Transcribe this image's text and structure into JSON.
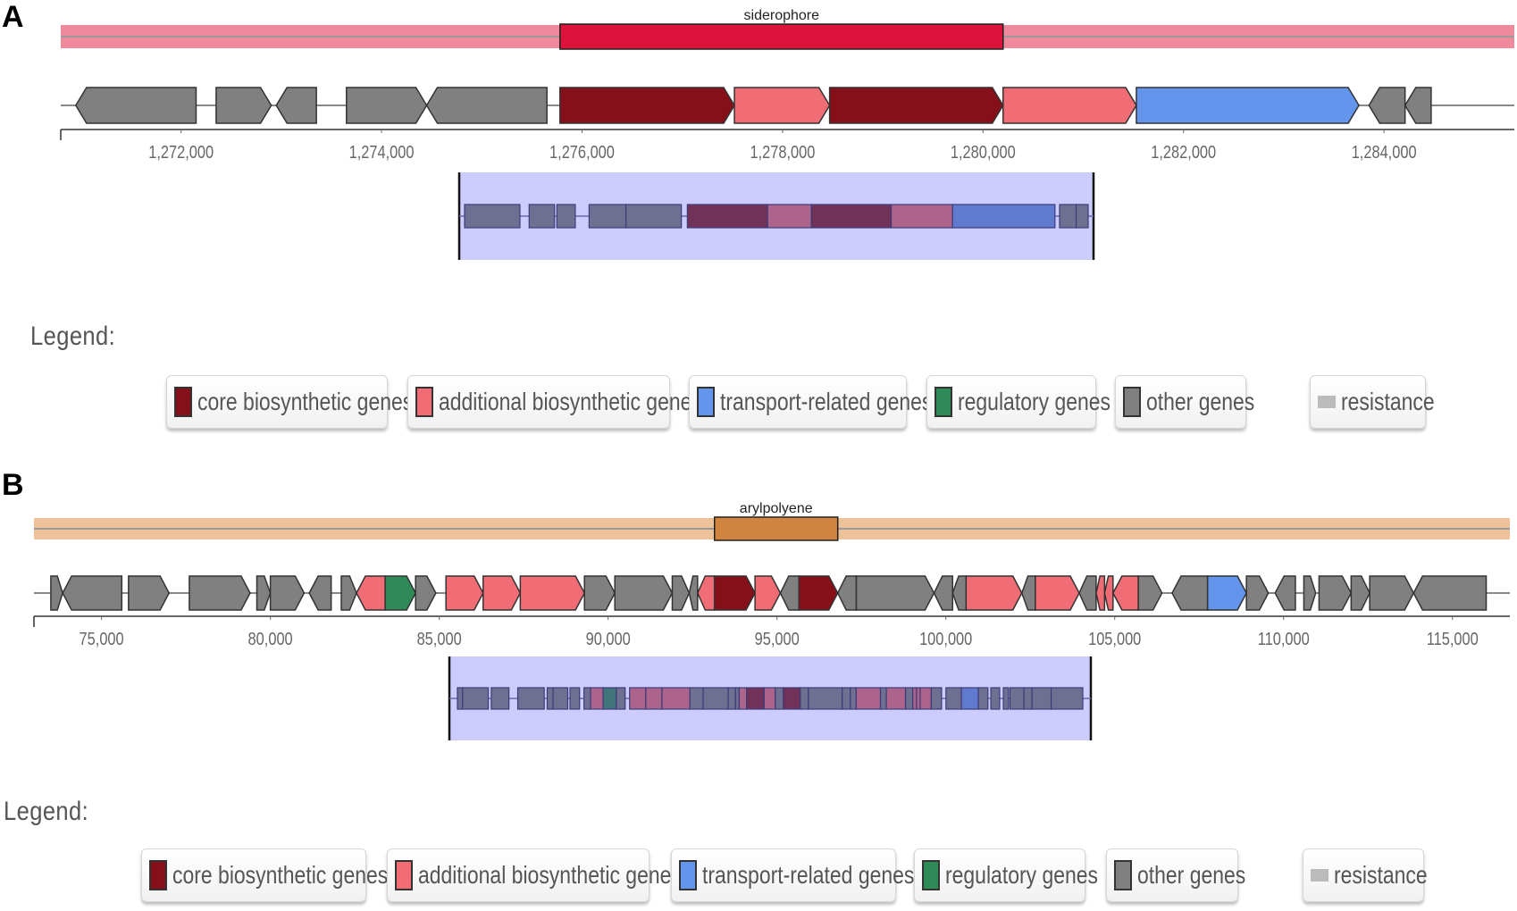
{
  "panels": {
    "a": {
      "letter": "A",
      "region_label": "siderophore",
      "ticks": [
        "1,272,000",
        "1,274,000",
        "1,276,000",
        "1,278,000",
        "1,280,000",
        "1,282,000",
        "1,284,000"
      ],
      "legend_title": "Legend:"
    },
    "b": {
      "letter": "B",
      "region_label": "arylpolyene",
      "ticks": [
        "75,000",
        "80,000",
        "85,000",
        "90,000",
        "95,000",
        "100,000",
        "105,000",
        "110,000",
        "115,000"
      ],
      "legend_title": "Legend:"
    }
  },
  "legend": {
    "core": "core biosynthetic genes",
    "additional": "additional biosynthetic genes",
    "transport": "transport-related genes",
    "regulatory": "regulatory genes",
    "other": "other genes",
    "resistance": "resistance"
  },
  "colors": {
    "core": "#851019",
    "additional": "#f06d75",
    "transport": "#6495ed",
    "regulatory": "#2e8b57",
    "other": "#808080",
    "resistance": "#bbbbbb",
    "siderophore_band": "#ee8a9c",
    "siderophore_box": "#dc143c",
    "arylpolyene_band": "#eec39a",
    "arylpolyene_box": "#d1843f",
    "overview_bg": "#ccccff"
  },
  "chart_data": [
    {
      "type": "gene-cluster-map",
      "region_type": "siderophore",
      "coordinate_range": [
        1270800,
        1285300
      ],
      "region": [
        1275780,
        1280200
      ],
      "genes": [
        {
          "start": 1270950,
          "end": 1272150,
          "strand": "-",
          "role": "other"
        },
        {
          "start": 1272350,
          "end": 1272900,
          "strand": "+",
          "role": "other"
        },
        {
          "start": 1272950,
          "end": 1273350,
          "strand": "-",
          "role": "other"
        },
        {
          "start": 1273650,
          "end": 1274450,
          "strand": "+",
          "role": "other"
        },
        {
          "start": 1274450,
          "end": 1275650,
          "strand": "-",
          "role": "other"
        },
        {
          "start": 1275780,
          "end": 1277520,
          "strand": "+",
          "role": "core"
        },
        {
          "start": 1277520,
          "end": 1278470,
          "strand": "+",
          "role": "additional"
        },
        {
          "start": 1278470,
          "end": 1280200,
          "strand": "+",
          "role": "core"
        },
        {
          "start": 1280200,
          "end": 1281530,
          "strand": "+",
          "role": "additional"
        },
        {
          "start": 1281530,
          "end": 1283750,
          "strand": "+",
          "role": "transport"
        },
        {
          "start": 1283850,
          "end": 1284210,
          "strand": "-",
          "role": "other"
        },
        {
          "start": 1284210,
          "end": 1284470,
          "strand": "-",
          "role": "other"
        }
      ]
    },
    {
      "type": "gene-cluster-map",
      "region_type": "arylpolyene",
      "coordinate_range": [
        73000,
        116700
      ],
      "region": [
        93150,
        96800
      ],
      "genes": [
        {
          "start": 73500,
          "end": 73850,
          "strand": "+",
          "role": "other"
        },
        {
          "start": 73850,
          "end": 75600,
          "strand": "-",
          "role": "other"
        },
        {
          "start": 75800,
          "end": 77000,
          "strand": "+",
          "role": "other"
        },
        {
          "start": 77600,
          "end": 79400,
          "strand": "+",
          "role": "other"
        },
        {
          "start": 79600,
          "end": 80000,
          "strand": "+",
          "role": "other"
        },
        {
          "start": 80000,
          "end": 81000,
          "strand": "+",
          "role": "other"
        },
        {
          "start": 81150,
          "end": 81800,
          "strand": "-",
          "role": "other"
        },
        {
          "start": 82100,
          "end": 82550,
          "strand": "+",
          "role": "other"
        },
        {
          "start": 82550,
          "end": 83400,
          "strand": "-",
          "role": "additional"
        },
        {
          "start": 83400,
          "end": 84300,
          "strand": "+",
          "role": "regulatory"
        },
        {
          "start": 84300,
          "end": 84900,
          "strand": "+",
          "role": "other"
        },
        {
          "start": 85200,
          "end": 86300,
          "strand": "+",
          "role": "additional"
        },
        {
          "start": 86300,
          "end": 87400,
          "strand": "+",
          "role": "additional"
        },
        {
          "start": 87400,
          "end": 89300,
          "strand": "+",
          "role": "additional"
        },
        {
          "start": 89300,
          "end": 90200,
          "strand": "+",
          "role": "other"
        },
        {
          "start": 90200,
          "end": 91900,
          "strand": "+",
          "role": "other"
        },
        {
          "start": 91900,
          "end": 92400,
          "strand": "+",
          "role": "other"
        },
        {
          "start": 92400,
          "end": 92650,
          "strand": "-",
          "role": "other"
        },
        {
          "start": 92650,
          "end": 93150,
          "strand": "-",
          "role": "additional"
        },
        {
          "start": 93150,
          "end": 94350,
          "strand": "+",
          "role": "core"
        },
        {
          "start": 94350,
          "end": 95100,
          "strand": "+",
          "role": "additional"
        },
        {
          "start": 95100,
          "end": 95650,
          "strand": "-",
          "role": "other"
        },
        {
          "start": 95650,
          "end": 96800,
          "strand": "+",
          "role": "core"
        },
        {
          "start": 96800,
          "end": 97350,
          "strand": "-",
          "role": "other"
        },
        {
          "start": 97350,
          "end": 99650,
          "strand": "+",
          "role": "other"
        },
        {
          "start": 99650,
          "end": 100200,
          "strand": "-",
          "role": "other"
        },
        {
          "start": 100200,
          "end": 100600,
          "strand": "-",
          "role": "other"
        },
        {
          "start": 100600,
          "end": 102250,
          "strand": "+",
          "role": "additional"
        },
        {
          "start": 102250,
          "end": 102650,
          "strand": "-",
          "role": "other"
        },
        {
          "start": 102650,
          "end": 103950,
          "strand": "+",
          "role": "additional"
        },
        {
          "start": 103950,
          "end": 104450,
          "strand": "-",
          "role": "other"
        },
        {
          "start": 104450,
          "end": 104700,
          "strand": "-",
          "role": "additional"
        },
        {
          "start": 104700,
          "end": 104950,
          "strand": "-",
          "role": "additional"
        },
        {
          "start": 104950,
          "end": 105700,
          "strand": "-",
          "role": "additional"
        },
        {
          "start": 105700,
          "end": 106400,
          "strand": "+",
          "role": "other"
        },
        {
          "start": 106700,
          "end": 107750,
          "strand": "-",
          "role": "other"
        },
        {
          "start": 107750,
          "end": 108900,
          "strand": "+",
          "role": "transport"
        },
        {
          "start": 108900,
          "end": 109550,
          "strand": "+",
          "role": "other"
        },
        {
          "start": 109750,
          "end": 110350,
          "strand": "-",
          "role": "other"
        },
        {
          "start": 110600,
          "end": 110950,
          "strand": "+",
          "role": "other"
        },
        {
          "start": 111050,
          "end": 112000,
          "strand": "+",
          "role": "other"
        },
        {
          "start": 112000,
          "end": 112550,
          "strand": "+",
          "role": "other"
        },
        {
          "start": 112550,
          "end": 113850,
          "strand": "+",
          "role": "other"
        },
        {
          "start": 113850,
          "end": 116000,
          "strand": "-",
          "role": "other"
        }
      ]
    }
  ]
}
